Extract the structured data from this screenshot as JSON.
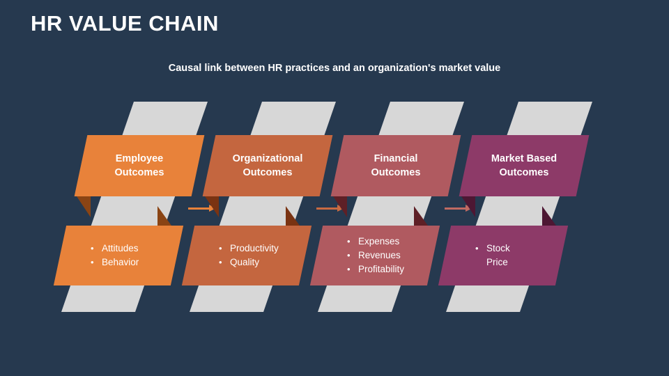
{
  "slide": {
    "title": "HR VALUE CHAIN",
    "subtitle": "Causal link between HR practices and an organization's market value",
    "background_color": "#26394f",
    "backdrop_color": "#d7d7d7",
    "text_color": "#ffffff"
  },
  "stages": [
    {
      "id": "employee-outcomes",
      "heading": "Employee\nOutcomes",
      "bullets": [
        "Attitudes",
        "Behavior"
      ],
      "color": "#e8823a",
      "shadow_color": "#8a4414",
      "arrow_color": "#e8823a",
      "has_arrow": true
    },
    {
      "id": "organizational-outcomes",
      "heading": "Organizational\nOutcomes",
      "bullets": [
        "Productivity",
        "Quality"
      ],
      "color": "#c4663f",
      "shadow_color": "#7a3312",
      "arrow_color": "#c96a41",
      "has_arrow": true
    },
    {
      "id": "financial-outcomes",
      "heading": "Financial\nOutcomes",
      "bullets": [
        "Expenses",
        "Revenues",
        "Profitability"
      ],
      "color": "#b05a60",
      "shadow_color": "#5e2026",
      "arrow_color": "#c06a62",
      "has_arrow": true
    },
    {
      "id": "market-based-outcomes",
      "heading": "Market Based\nOutcomes",
      "bullets": [
        "Stock\nPrice"
      ],
      "color": "#8d3a68",
      "shadow_color": "#4d1733",
      "arrow_color": "#8d3a68",
      "has_arrow": false
    }
  ],
  "bullet_glyph": "•"
}
